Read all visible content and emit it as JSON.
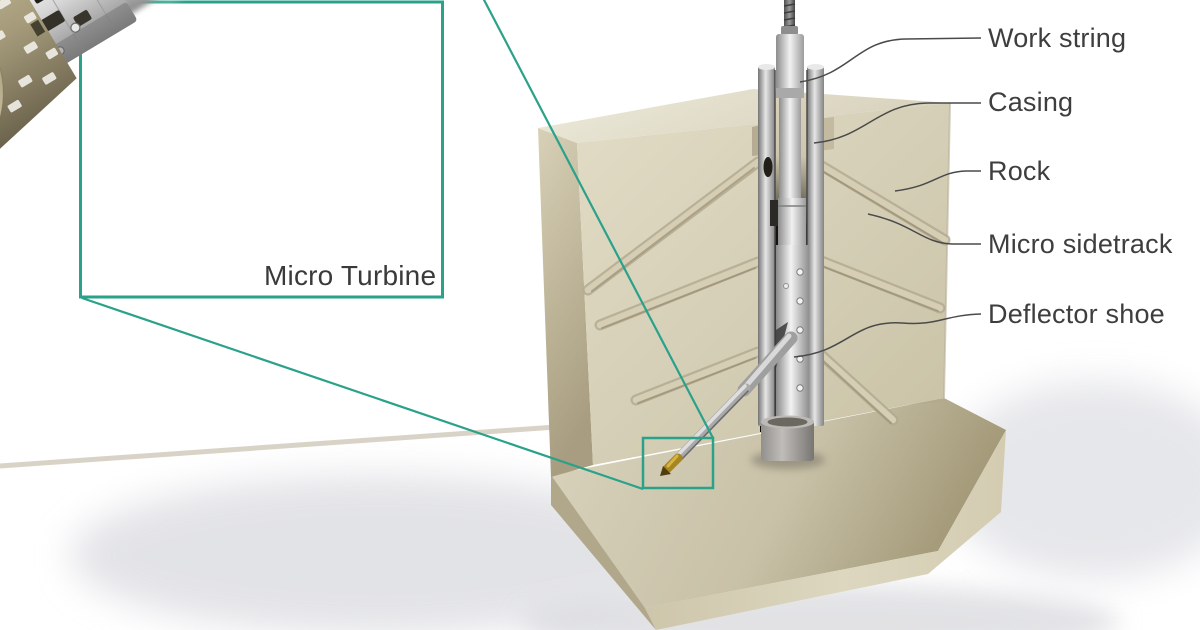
{
  "page": {
    "background": "#ffffff"
  },
  "palette": {
    "accent_teal": "#2aa189",
    "label_text": "#3e3e3e",
    "rock_beige": "#d5cfb7",
    "gold": "#c49a30",
    "metal_gray": "#c7c7c7"
  },
  "callout": {
    "label": "Micro Turbine"
  },
  "labels": [
    {
      "id": "work-string",
      "text": "Work string"
    },
    {
      "id": "casing",
      "text": "Casing"
    },
    {
      "id": "rock",
      "text": "Rock"
    },
    {
      "id": "micro-sidetrack",
      "text": "Micro sidetrack"
    },
    {
      "id": "deflector-shoe",
      "text": "Deflector shoe"
    }
  ]
}
